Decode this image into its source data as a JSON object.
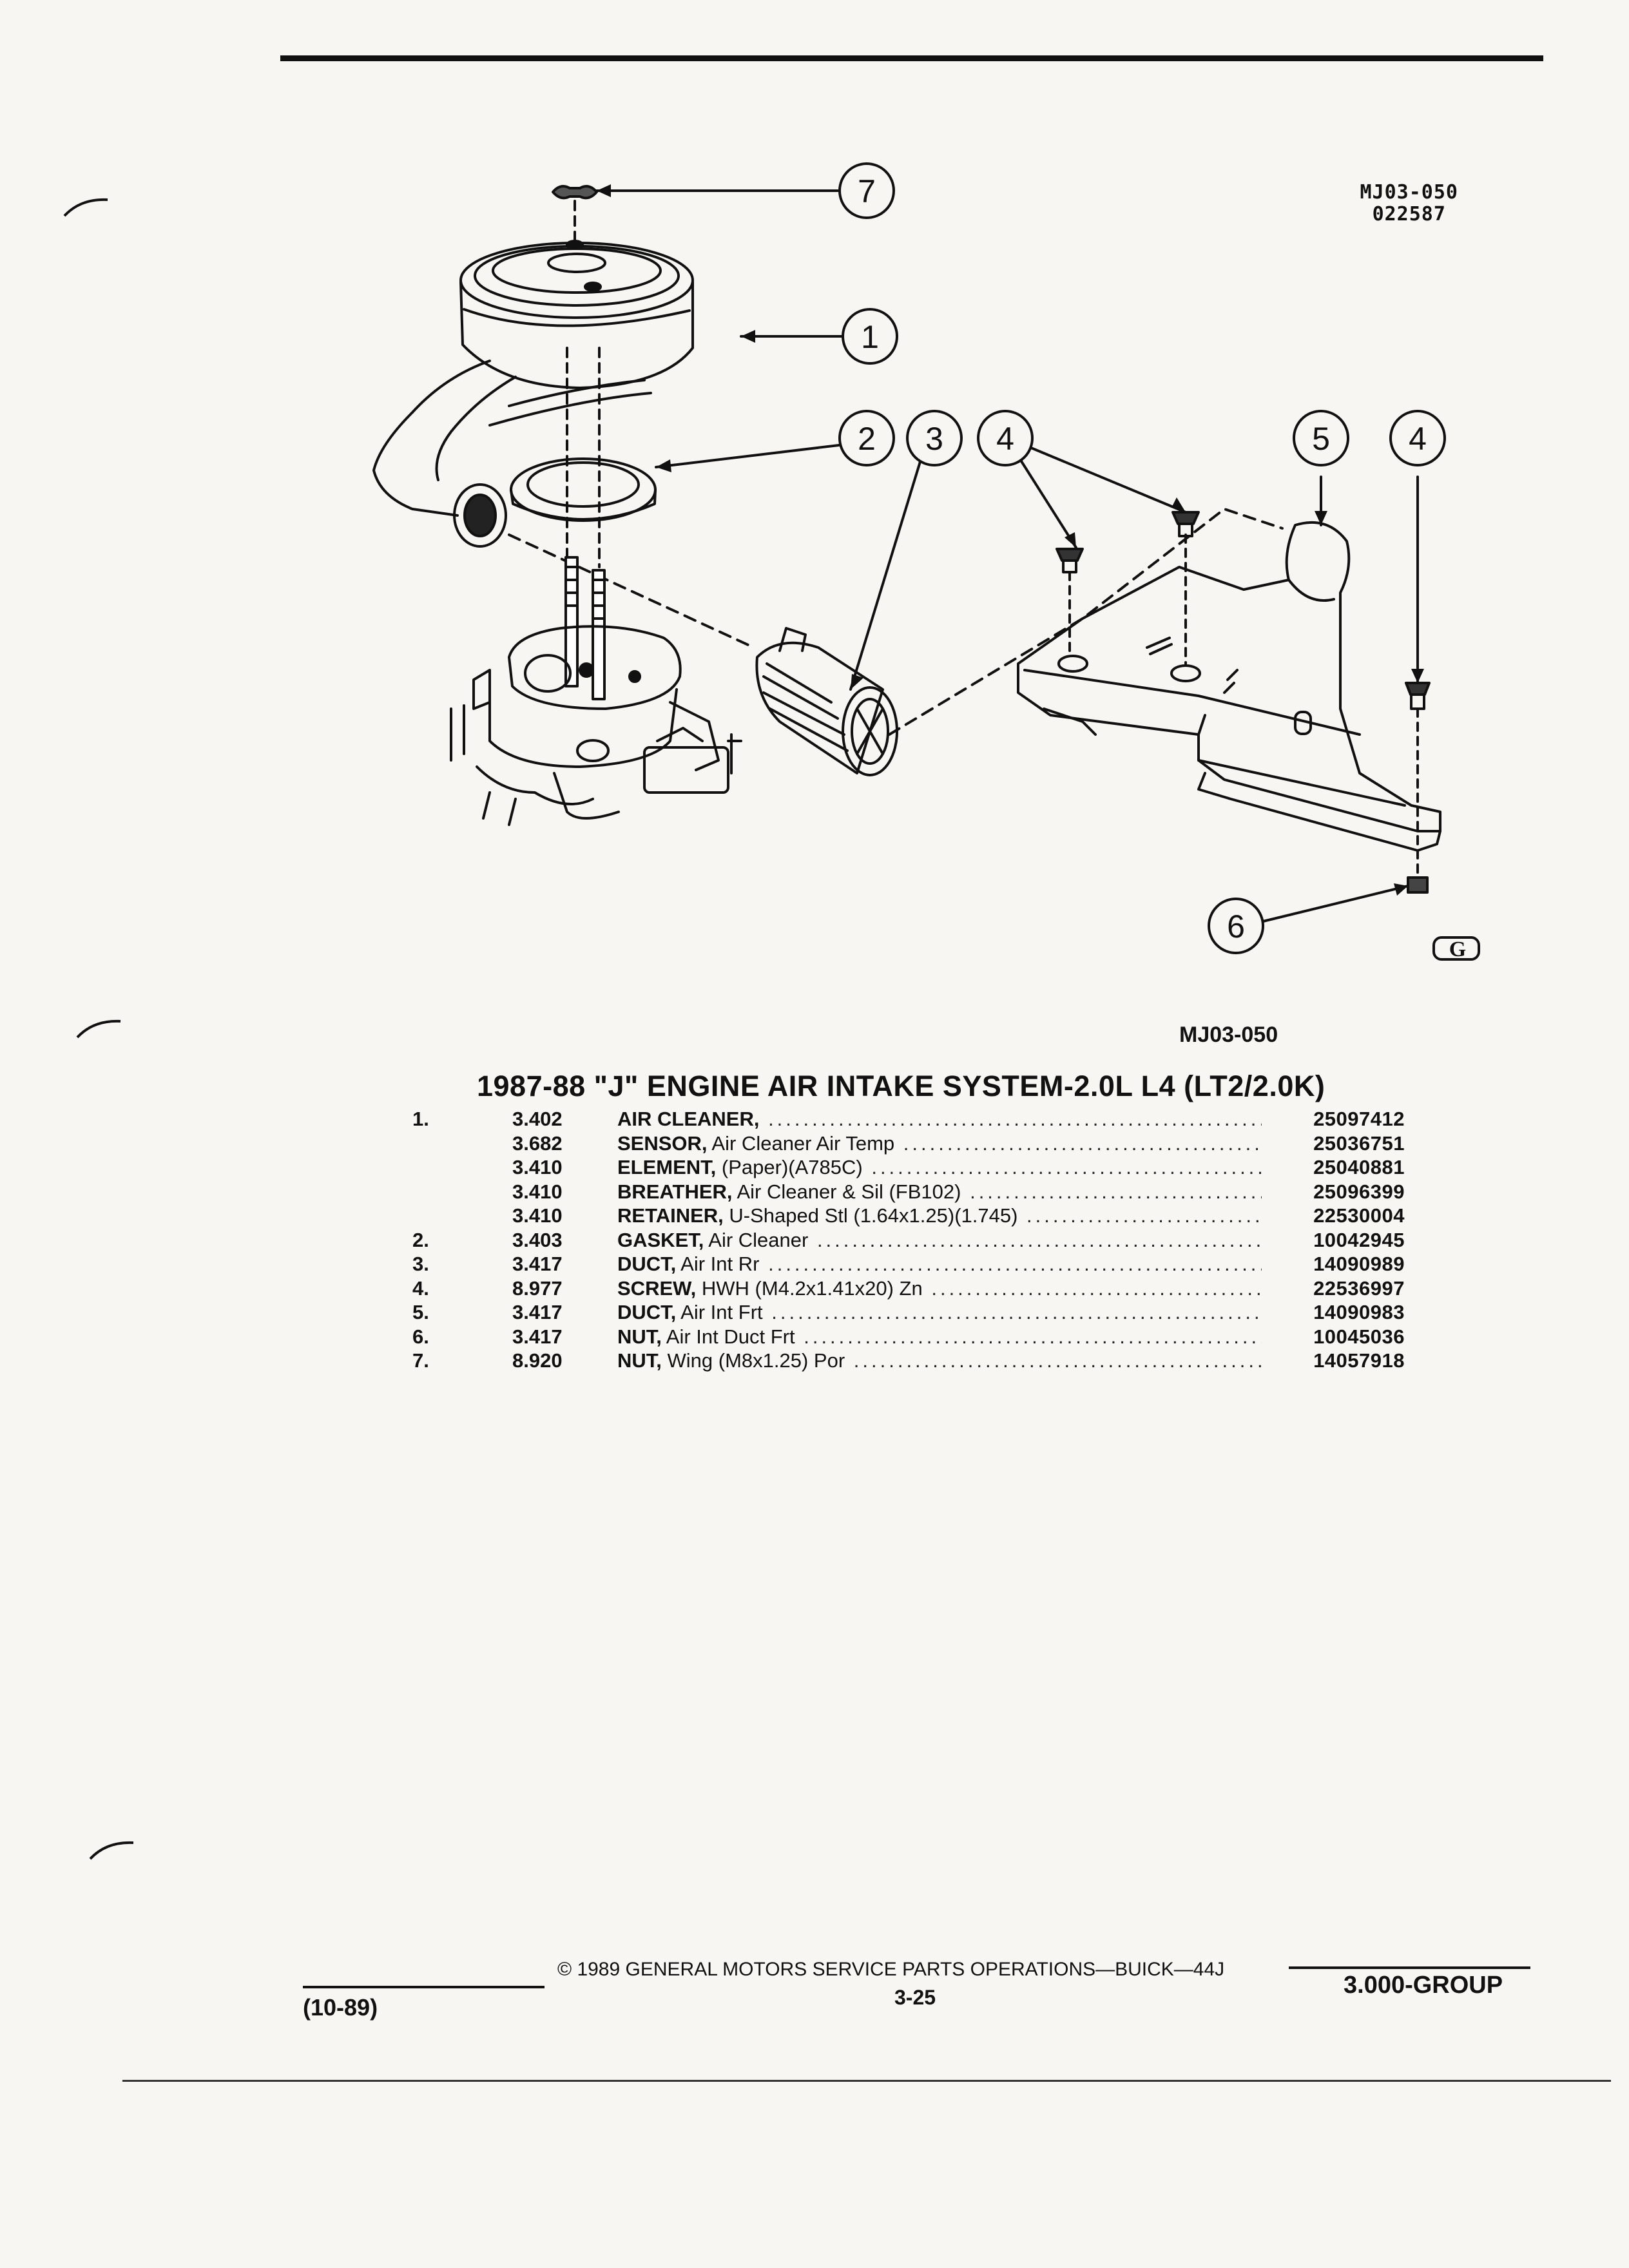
{
  "diagram_ref": {
    "code": "MJ03-050",
    "date_code": "022587"
  },
  "figure_label": "MJ03-050",
  "title": "1987-88 \"J\" ENGINE AIR INTAKE SYSTEM-2.0L L4 (LT2/2.0K)",
  "callouts": [
    "7",
    "1",
    "2",
    "3",
    "4",
    "5",
    "4",
    "6"
  ],
  "logo_letter": "G",
  "parts": [
    {
      "ref": "1.",
      "group": "3.402",
      "name": "AIR CLEANER,",
      "detail": "",
      "part_no": "25097412"
    },
    {
      "ref": "",
      "group": "3.682",
      "name": "SENSOR,",
      "detail": " Air Cleaner Air Temp",
      "part_no": "25036751"
    },
    {
      "ref": "",
      "group": "3.410",
      "name": "ELEMENT,",
      "detail": " (Paper)(A785C)",
      "part_no": "25040881"
    },
    {
      "ref": "",
      "group": "3.410",
      "name": "BREATHER,",
      "detail": " Air Cleaner & Sil (FB102)",
      "part_no": "25096399"
    },
    {
      "ref": "",
      "group": "3.410",
      "name": "RETAINER,",
      "detail": " U-Shaped Stl (1.64x1.25)(1.745)",
      "part_no": "22530004"
    },
    {
      "ref": "2.",
      "group": "3.403",
      "name": "GASKET,",
      "detail": " Air Cleaner",
      "part_no": "10042945"
    },
    {
      "ref": "3.",
      "group": "3.417",
      "name": "DUCT,",
      "detail": " Air Int Rr",
      "part_no": "14090989"
    },
    {
      "ref": "4.",
      "group": "8.977",
      "name": "SCREW,",
      "detail": " HWH (M4.2x1.41x20) Zn",
      "part_no": "22536997"
    },
    {
      "ref": "5.",
      "group": "3.417",
      "name": "DUCT,",
      "detail": " Air Int Frt",
      "part_no": "14090983"
    },
    {
      "ref": "6.",
      "group": "3.417",
      "name": "NUT,",
      "detail": " Air Int Duct Frt",
      "part_no": "10045036"
    },
    {
      "ref": "7.",
      "group": "8.920",
      "name": "NUT,",
      "detail": " Wing (M8x1.25) Por",
      "part_no": "14057918"
    }
  ],
  "footer": {
    "date": "(10-89)",
    "copyright": "© 1989 GENERAL MOTORS SERVICE PARTS OPERATIONS—BUICK—44J",
    "page": "3-25",
    "group": "3.000-GROUP"
  }
}
